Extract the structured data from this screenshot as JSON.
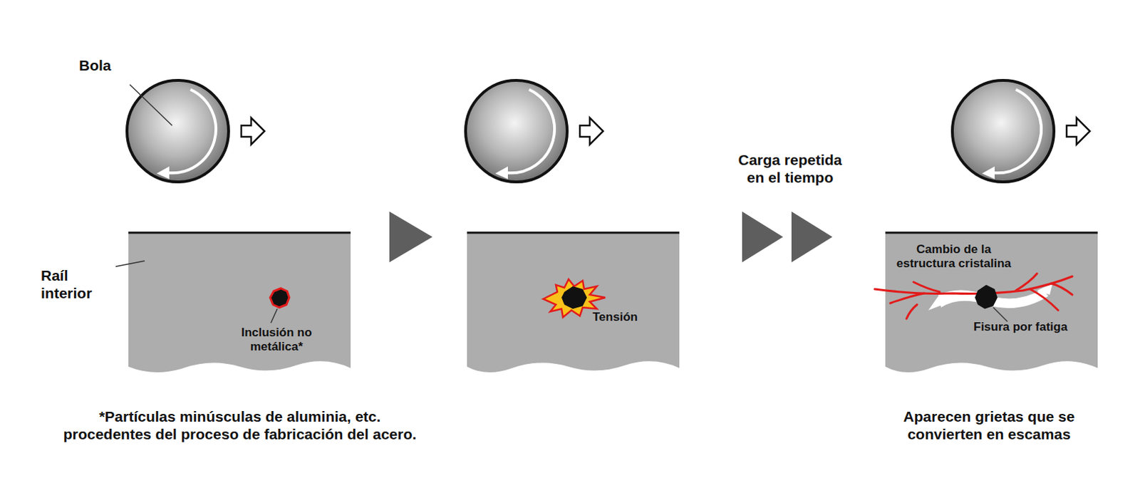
{
  "diagram": {
    "labels": [
      "Bola",
      "Raíl interior",
      "Inclusión no metálica*",
      "Tensión",
      "Carga repetida en el tiempo",
      "Cambio de la estructura cristalina",
      "Fisura por fatiga",
      "*Partículas minúsculas de aluminia, etc. procedentes del proceso de fabricación del acero.",
      "Aparecen grietas que se convierten en escamas"
    ]
  }
}
